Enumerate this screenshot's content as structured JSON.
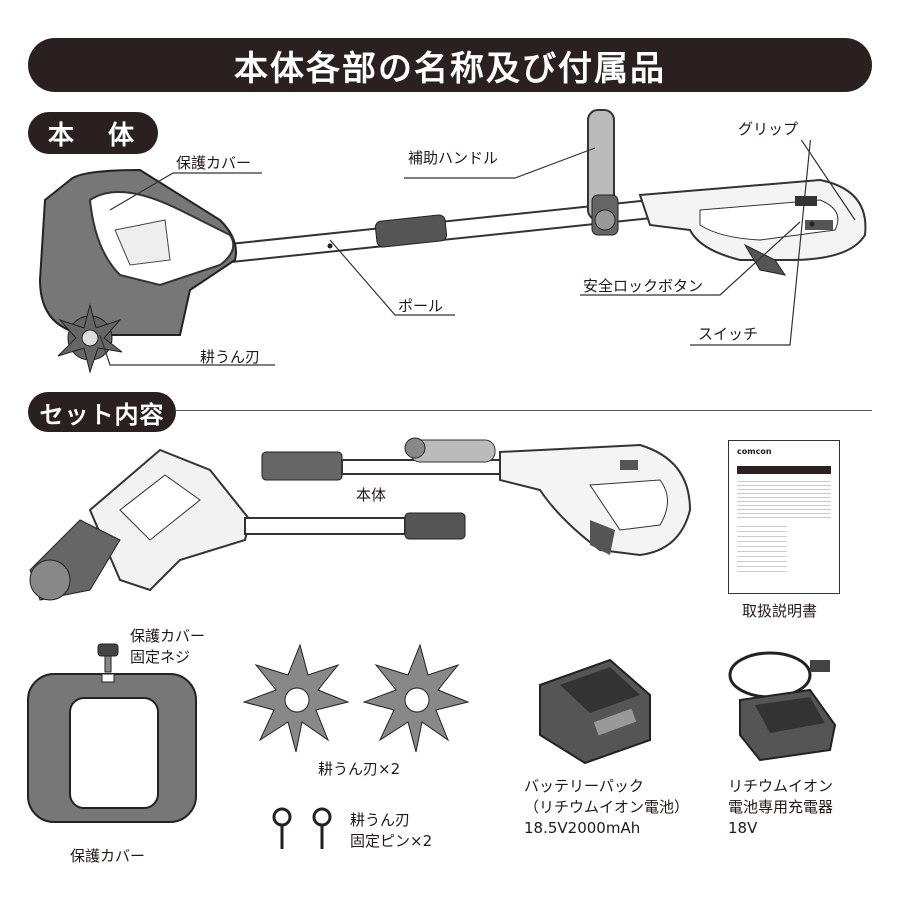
{
  "title": "本体各部の名称及び付属品",
  "sections": {
    "body": {
      "heading": "本　体"
    },
    "set": {
      "heading": "セット内容"
    }
  },
  "parts": {
    "guard": "保護カバー",
    "aux_handle": "補助ハンドル",
    "grip": "グリップ",
    "pole": "ポール",
    "safety_lock": "安全ロックボタン",
    "switch": "スイッチ",
    "blade": "耕うん刃"
  },
  "set_items": {
    "main_unit": "本体",
    "manual": "取扱説明書",
    "manual_brand": "comcon",
    "guard_screw_line1": "保護カバー",
    "guard_screw_line2": "固定ネジ",
    "guard": "保護カバー",
    "blades": "耕うん刃×2",
    "pin_line1": "耕うん刃",
    "pin_line2": "固定ピン×2",
    "battery_line1": "バッテリーパック",
    "battery_line2": "（リチウムイオン電池）",
    "battery_line3": "18.5V2000mAh",
    "charger_line1": "リチウムイオン",
    "charger_line2": "電池専用充電器",
    "charger_line3": "18V"
  }
}
